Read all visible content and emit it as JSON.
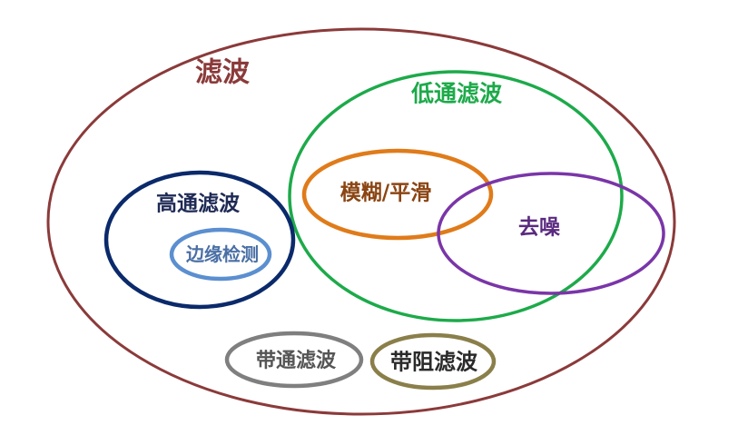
{
  "diagram": {
    "type": "venn-diagram",
    "regions": {
      "filtering": {
        "label": "滤波",
        "color": "#8B3A3A"
      },
      "lowpass": {
        "label": "低通滤波",
        "color": "#1DAA4A"
      },
      "highpass": {
        "label": "高通滤波",
        "color": "#0B2A6B"
      },
      "edge_detection": {
        "label": "边缘检测",
        "color": "#5B8FD0"
      },
      "blur_smooth": {
        "label": "模糊/平滑",
        "color": "#E07B1A"
      },
      "denoise": {
        "label": "去噪",
        "color": "#7A35A8"
      },
      "bandpass": {
        "label": "带通滤波",
        "color": "#7F7F7F"
      },
      "bandstop": {
        "label": "带阻滤波",
        "color": "#8A7F4A"
      }
    }
  }
}
